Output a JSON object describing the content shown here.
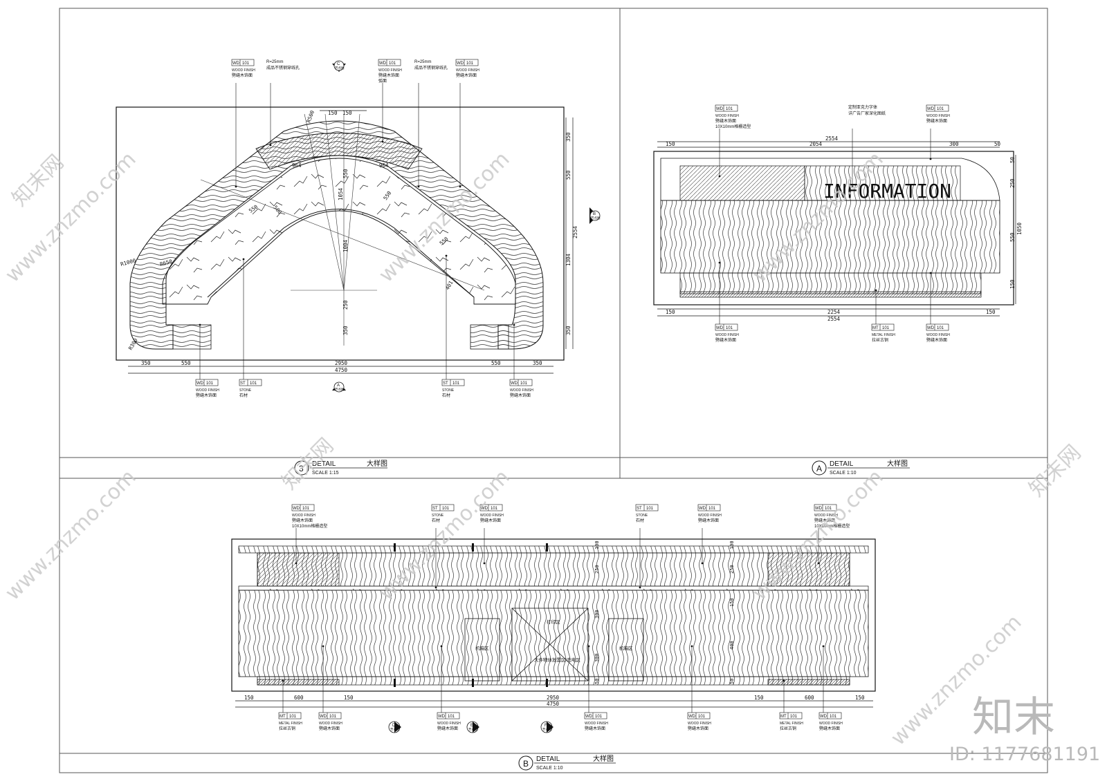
{
  "tags": {
    "wd": {
      "code": "WD",
      "num": "101",
      "en": "WOOD FINISH",
      "cn": "劈缝木饰面"
    },
    "wd_grid": {
      "code": "WD",
      "num": "101",
      "en": "WOOD FINISH",
      "cn": "劈缝木饰面",
      "cn2": "10X10mm格栅造型"
    },
    "wd_arc": {
      "code": "WD",
      "num": "101",
      "en": "WOOD FINISH",
      "cn": "劈缝木饰面",
      "cn2": "弧面"
    },
    "st": {
      "code": "ST",
      "num": "101",
      "en": "STONE",
      "cn": "石材"
    },
    "mt": {
      "code": "MT",
      "num": "101",
      "en": "METAL FINISH",
      "cn": "拉丝古铜"
    },
    "hole": {
      "r": "R=25mm",
      "cn": "成品不锈钢穿线孔"
    },
    "acrylic": {
      "l1": "定制亚克力字体",
      "l2": "详广告厂家深化图纸"
    }
  },
  "plan": {
    "dims_bottom": [
      "350",
      "550",
      "2950",
      "4750",
      "550",
      "350"
    ],
    "dims_right": [
      "350",
      "550",
      "2554",
      "1304",
      "350"
    ],
    "dims_top": [
      "150",
      "150"
    ],
    "radii": [
      "R500",
      "R1000",
      "R650",
      "R300"
    ],
    "inner": [
      "964",
      "964",
      "550",
      "550",
      "500",
      "1004",
      "250",
      "350",
      "550",
      "550",
      "401",
      "1054"
    ],
    "marks": {
      "c": "C",
      "b": "B",
      "a": "A",
      "sub": "节点图"
    }
  },
  "elevA": {
    "text": "INFORMATION",
    "dims_top": [
      "2554",
      "150",
      "2054",
      "300",
      "50"
    ],
    "dims_bottom": [
      "150",
      "2254",
      "150",
      "2554"
    ],
    "dims_right": [
      "50",
      "250",
      "1050",
      "550",
      "150"
    ]
  },
  "elevB": {
    "zones": [
      "打印区",
      "机箱区",
      "机箱区",
      "大件物体放置区/充电区"
    ],
    "dims_bottom": [
      "150",
      "600",
      "150",
      "2950",
      "4750",
      "150",
      "600",
      "150"
    ],
    "dims_inner": [
      "100",
      "250",
      "100",
      "250",
      "300",
      "150",
      "300",
      "50",
      "400",
      "50"
    ],
    "sections": [
      {
        "l": "D",
        "s": "节点图"
      },
      {
        "l": "E",
        "s": "节点图"
      },
      {
        "l": "F",
        "s": "节点图"
      }
    ]
  },
  "titles": {
    "t3": {
      "num": "3",
      "word": "DETAIL",
      "cn": "大样图",
      "scale": "SCALE 1:15"
    },
    "tA": {
      "num": "A",
      "word": "DETAIL",
      "cn": "大样图",
      "scale": "SCALE 1:10"
    },
    "tB": {
      "num": "B",
      "word": "DETAIL",
      "cn": "大样图",
      "scale": "SCALE 1:10"
    }
  },
  "watermark": {
    "site": "www.znzmo.com",
    "brand": "知末网",
    "logo": "知末",
    "id": "ID: 1177681191"
  }
}
